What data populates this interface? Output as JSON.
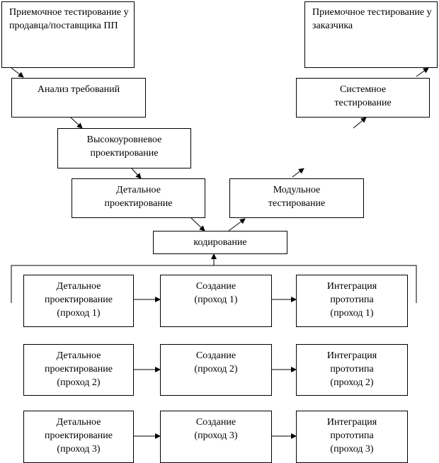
{
  "boxes": {
    "acceptance_vendor": "Приемочное тестирование у продавца/поставщика ПП",
    "acceptance_customer": "Приемочное тестирование у заказчика",
    "requirements": "Анализ требований",
    "system_testing": "Системное тестирование",
    "high_level_design": "Высокоуровневое проектирование",
    "detailed_design": "Детальное проектирование",
    "module_testing": "Модульное тестирование",
    "coding": "кодирование"
  },
  "passes": [
    {
      "design": "Детальное проектирование (проход 1)",
      "build": "Создание (проход 1)",
      "integrate": "Интеграция прототипа (проход 1)"
    },
    {
      "design": "Детальное проектирование (проход 2)",
      "build": "Создание (проход 2)",
      "integrate": "Интеграция прототипа (проход 2)"
    },
    {
      "design": "Детальное проектирование (проход 3)",
      "build": "Создание (проход 3)",
      "integrate": "Интеграция прототипа (проход 3)"
    }
  ]
}
